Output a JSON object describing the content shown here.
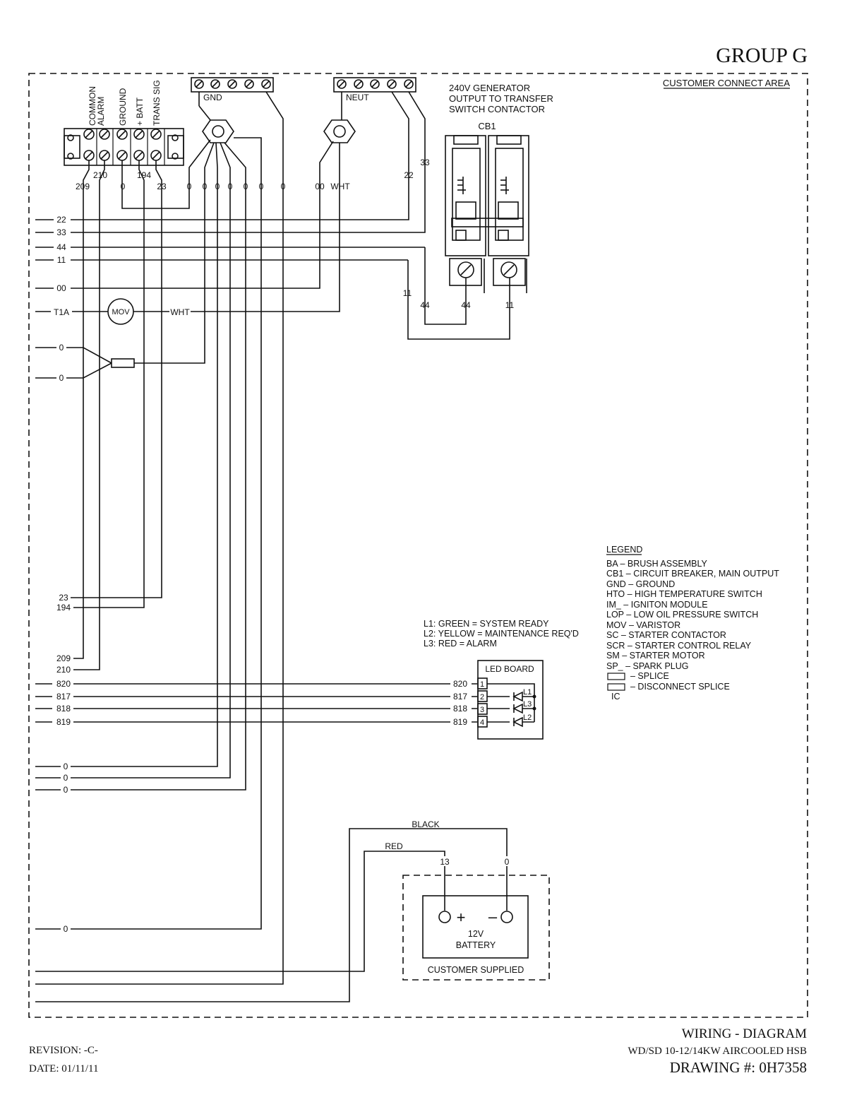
{
  "header": {
    "group": "GROUP G",
    "area": "CUSTOMER CONNECT AREA"
  },
  "terminal_block": {
    "labels": [
      "COMMON",
      "ALARM",
      "GROUND",
      "+ BATT",
      "TRANS SIG"
    ],
    "wires_upper": [
      "210",
      "194"
    ],
    "wires_lower": [
      "209",
      "0",
      "23"
    ]
  },
  "gnd_block": {
    "label": "GND",
    "wires": [
      "0",
      "0",
      "0",
      "0",
      "0",
      "0",
      "0"
    ]
  },
  "neut_block": {
    "label": "NEUT",
    "wires": [
      "00",
      "WHT",
      "22",
      "33"
    ]
  },
  "breaker": {
    "caption": [
      "240V GENERATOR",
      "OUTPUT TO TRANSFER",
      "SWITCH CONTACTOR"
    ],
    "name": "CB1",
    "wires": [
      "11",
      "44",
      "44",
      "11"
    ]
  },
  "left_wires": {
    "a": [
      "22",
      "33",
      "44",
      "11",
      "00",
      "T1A"
    ],
    "mov": "MOV",
    "wht": "WHT",
    "b": [
      "0",
      "0"
    ],
    "c": [
      "23",
      "194",
      "209",
      "210",
      "820",
      "817",
      "818",
      "819"
    ],
    "d": [
      "0",
      "0",
      "0",
      "0"
    ]
  },
  "led": {
    "title": "LED BOARD",
    "pins": [
      "1",
      "2",
      "3",
      "4"
    ],
    "wires": [
      "820",
      "817",
      "818",
      "819"
    ],
    "leds": [
      "L1",
      "L3",
      "L2"
    ],
    "notes": [
      "L1:  GREEN  =  SYSTEM READY",
      "L2:  YELLOW  =  MAINTENANCE REQ'D",
      "L3:  RED  =  ALARM"
    ]
  },
  "legend": {
    "title": "LEGEND",
    "items": [
      "BA  –   BRUSH ASSEMBLY",
      "CB1   –  CIRCUIT BREAKER, MAIN OUTPUT",
      "GND  –  GROUND",
      "HTO  –  HIGH TEMPERATURE SWITCH",
      "IM_  –  IGNITON MODULE",
      "LOP  –  LOW OIL PRESSURE SWITCH",
      "MOV  –  VARISTOR",
      "SC   –  STARTER CONTACTOR",
      "SCR  –  STARTER CONTROL RELAY",
      "SM   –  STARTER MOTOR",
      "SP_  –  SPARK PLUG",
      "–  SPLICE",
      "–  DISCONNECT SPLICE"
    ],
    "ic": "IC"
  },
  "battery": {
    "black": "BLACK",
    "red": "RED",
    "pos_wire": "13",
    "neg_wire": "0",
    "plus": "+",
    "minus": "–",
    "line1": "12V",
    "line2": "BATTERY",
    "supplied": "CUSTOMER SUPPLIED"
  },
  "footer": {
    "revision": "REVISION: -C-",
    "date": "DATE: 01/11/11",
    "title": "WIRING - DIAGRAM",
    "model": "WD/SD 10-12/14KW AIRCOOLED HSB",
    "drawing": "DRAWING #: 0H7358"
  }
}
